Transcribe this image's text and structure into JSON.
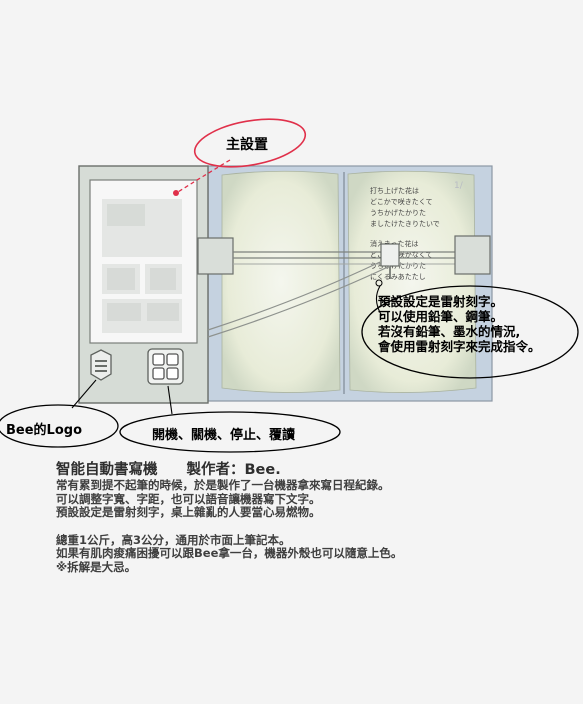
{
  "callouts": {
    "main_device": "主設置",
    "default_setting": [
      "預設設定是雷射刻字。",
      "可以使用鉛筆、鋼筆。",
      "若沒有鉛筆、墨水的情況,",
      "會使用雷射刻字來完成指令。"
    ],
    "logo": "Bee的Logo",
    "buttons": "開機、關機、停止、覆讀"
  },
  "notebook_text": {
    "upper": [
      "打ち上げた花は",
      "どこかで咲きたくて",
      "うちかげたかりた",
      "ましたけたきりたいで"
    ],
    "lower": [
      "消えきった花は",
      "どこにも咲かなくて",
      "うちかけたかりた",
      "にくるみあたたし"
    ]
  },
  "caption": {
    "title": "智能自動書寫機　　製作者：Bee.",
    "paragraph1": [
      "常有累到提不起筆的時候，於是製作了一台機器拿來寫日程紀錄。",
      "可以調整字寬、字距，也可以語音讓機器寫下文字。",
      "預設設定是雷射刻字，桌上雜亂的人要當心易燃物。"
    ],
    "paragraph2": [
      "總重1公斤，高3公分，通用於市面上筆記本。",
      "如果有肌肉痠痛困擾可以跟Bee拿一台，機器外殼也可以隨意上色。",
      "※拆解是大忌。"
    ]
  },
  "colors": {
    "device_body": "#d6dcd6",
    "device_border": "#6a6e6a",
    "screen": "#f7f7f7",
    "notebook_bg": "#c5d2e0",
    "page": "#eef0e2",
    "highlight_ring": "#e0304a",
    "caption_text": "#3f3f3f"
  },
  "icons": [
    "bee-logo-icon",
    "four-button-pad-icon",
    "laser-head-icon"
  ]
}
